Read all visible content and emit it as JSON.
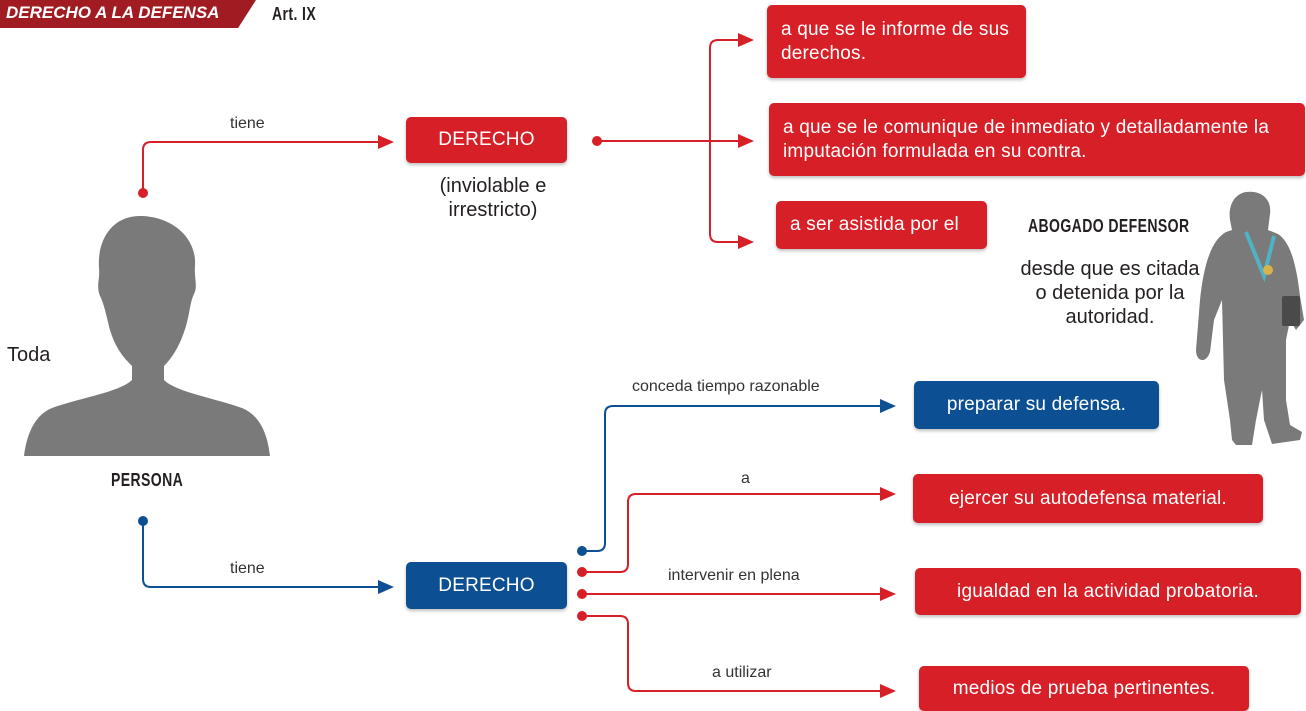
{
  "header": {
    "title": "DERECHO A LA DEFENSA",
    "article": "Art. IX"
  },
  "subject": {
    "prefix": "Toda",
    "name": "PERSONA"
  },
  "top_branch": {
    "connector": "tiene",
    "node": "DERECHO",
    "qualifier": "(inviolable e irrestricto)",
    "items": [
      "a que se le informe de sus derechos.",
      "a que se le comunique de inmediato y detalladamente la imputación formulada en su contra.",
      "a ser asistida por el"
    ],
    "lawyer_title": "ABOGADO DEFENSOR",
    "lawyer_text": "desde que es citada o detenida por la autoridad."
  },
  "bottom_branch": {
    "connector": "tiene",
    "node": "DERECHO",
    "edges": [
      "conceda tiempo razonable",
      "a",
      "intervenir en plena",
      "a utilizar"
    ],
    "items": [
      "preparar su defensa.",
      "ejercer su autodefensa material.",
      "igualdad en la actividad probatoria.",
      "medios de prueba pertinentes."
    ]
  },
  "colors": {
    "red": "#d71f27",
    "blue": "#0c4f92",
    "title_bar": "#a01c22",
    "silhouette": "#7a7a7a"
  }
}
